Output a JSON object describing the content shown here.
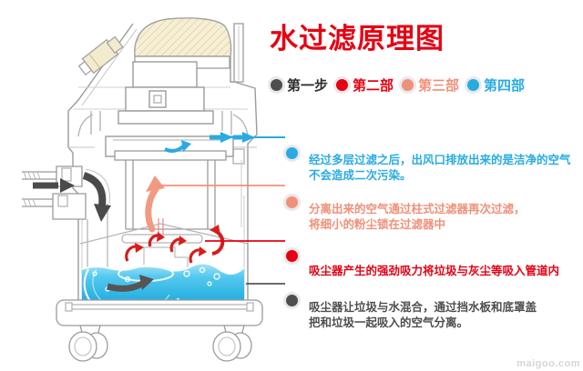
{
  "title": {
    "text": "水过滤原理图",
    "color": "#e60012"
  },
  "legend": {
    "items": [
      {
        "label": "第一步",
        "dot_color": "#4e4e4e",
        "label_color": "#2e2e2e"
      },
      {
        "label": "第二部",
        "dot_color": "#e60012",
        "label_color": "#e60012"
      },
      {
        "label": "第三部",
        "dot_color": "#f0907a",
        "label_color": "#f0907a"
      },
      {
        "label": "第四部",
        "dot_color": "#29abe2",
        "label_color": "#29abe2"
      }
    ]
  },
  "annotations": [
    {
      "step": "第四部",
      "color": "#29abe2",
      "text": "经过多层过滤之后，出风口排放出来的是洁净的空气\n不会造成二次污染。"
    },
    {
      "step": "第三部",
      "color": "#f0907a",
      "text": "分离出来的空气通过柱式过滤器再次过滤，\n将细小的粉尘锁在过滤器中"
    },
    {
      "step": "第二部",
      "color": "#e60012",
      "text": "吸尘器产生的强劲吸力将垃圾与灰尘等吸入管道内"
    },
    {
      "step": "第一步",
      "color": "#4e4e4e",
      "text": "吸尘器让垃圾与水混合，通过挡水板和底罩盖\n把和垃圾一起吸入的空气分离。"
    }
  ],
  "diagram": {
    "water_color": "#2eb6e6",
    "step_colors": {
      "step1": "#4e4e4e",
      "step2": "#e60012",
      "step3": "#f0907a",
      "step4": "#29abe2"
    },
    "icons": [
      "inlet-airflow-arrow",
      "down-pipe-airflow-arrow",
      "water-swirl-arrow",
      "suction-swirl-arrows",
      "filter-upflow-arrow",
      "exhaust-swirl-arrow",
      "exhaust-out-arrows"
    ]
  },
  "watermark": "maigoo.com"
}
